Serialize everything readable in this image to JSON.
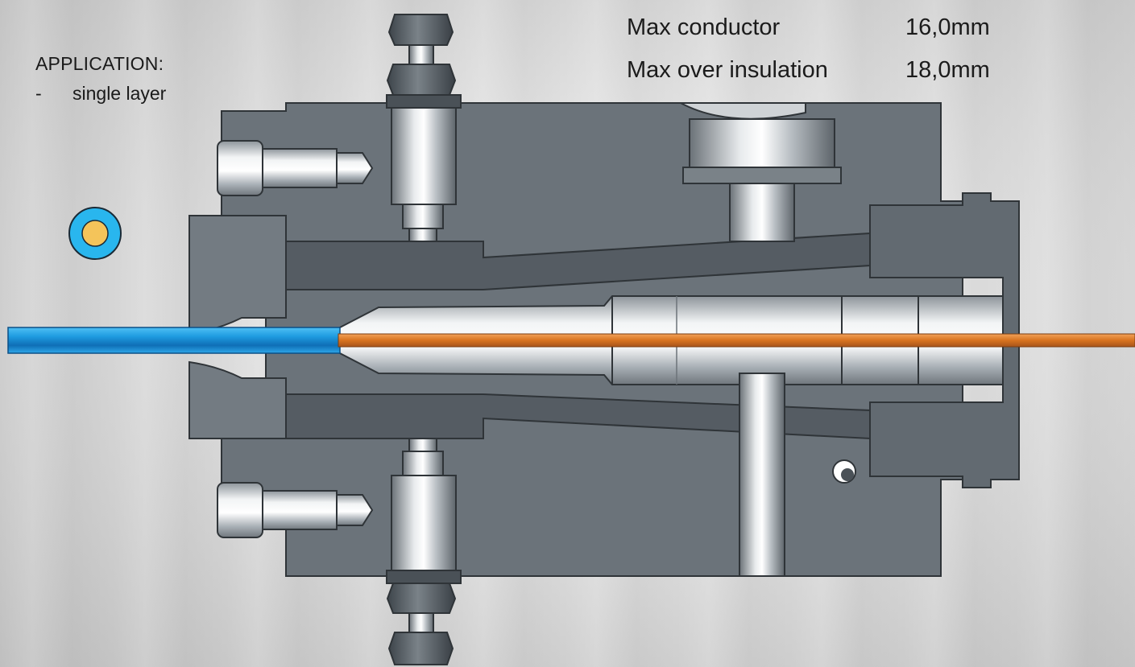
{
  "application": {
    "title": "APPLICATION:",
    "items": [
      {
        "bullet": "-",
        "text": "single layer"
      }
    ]
  },
  "specs": [
    {
      "label": "Max conductor",
      "value": "16,0mm"
    },
    {
      "label": "Max over insulation",
      "value": "18,0mm"
    }
  ],
  "colors": {
    "body": "#6b737a",
    "body_dark": "#555c63",
    "insulation": "#1e9be0",
    "conductor": "#d8731f",
    "cross_section_outer": "#29b6ee",
    "cross_section_inner": "#f4c45a"
  }
}
